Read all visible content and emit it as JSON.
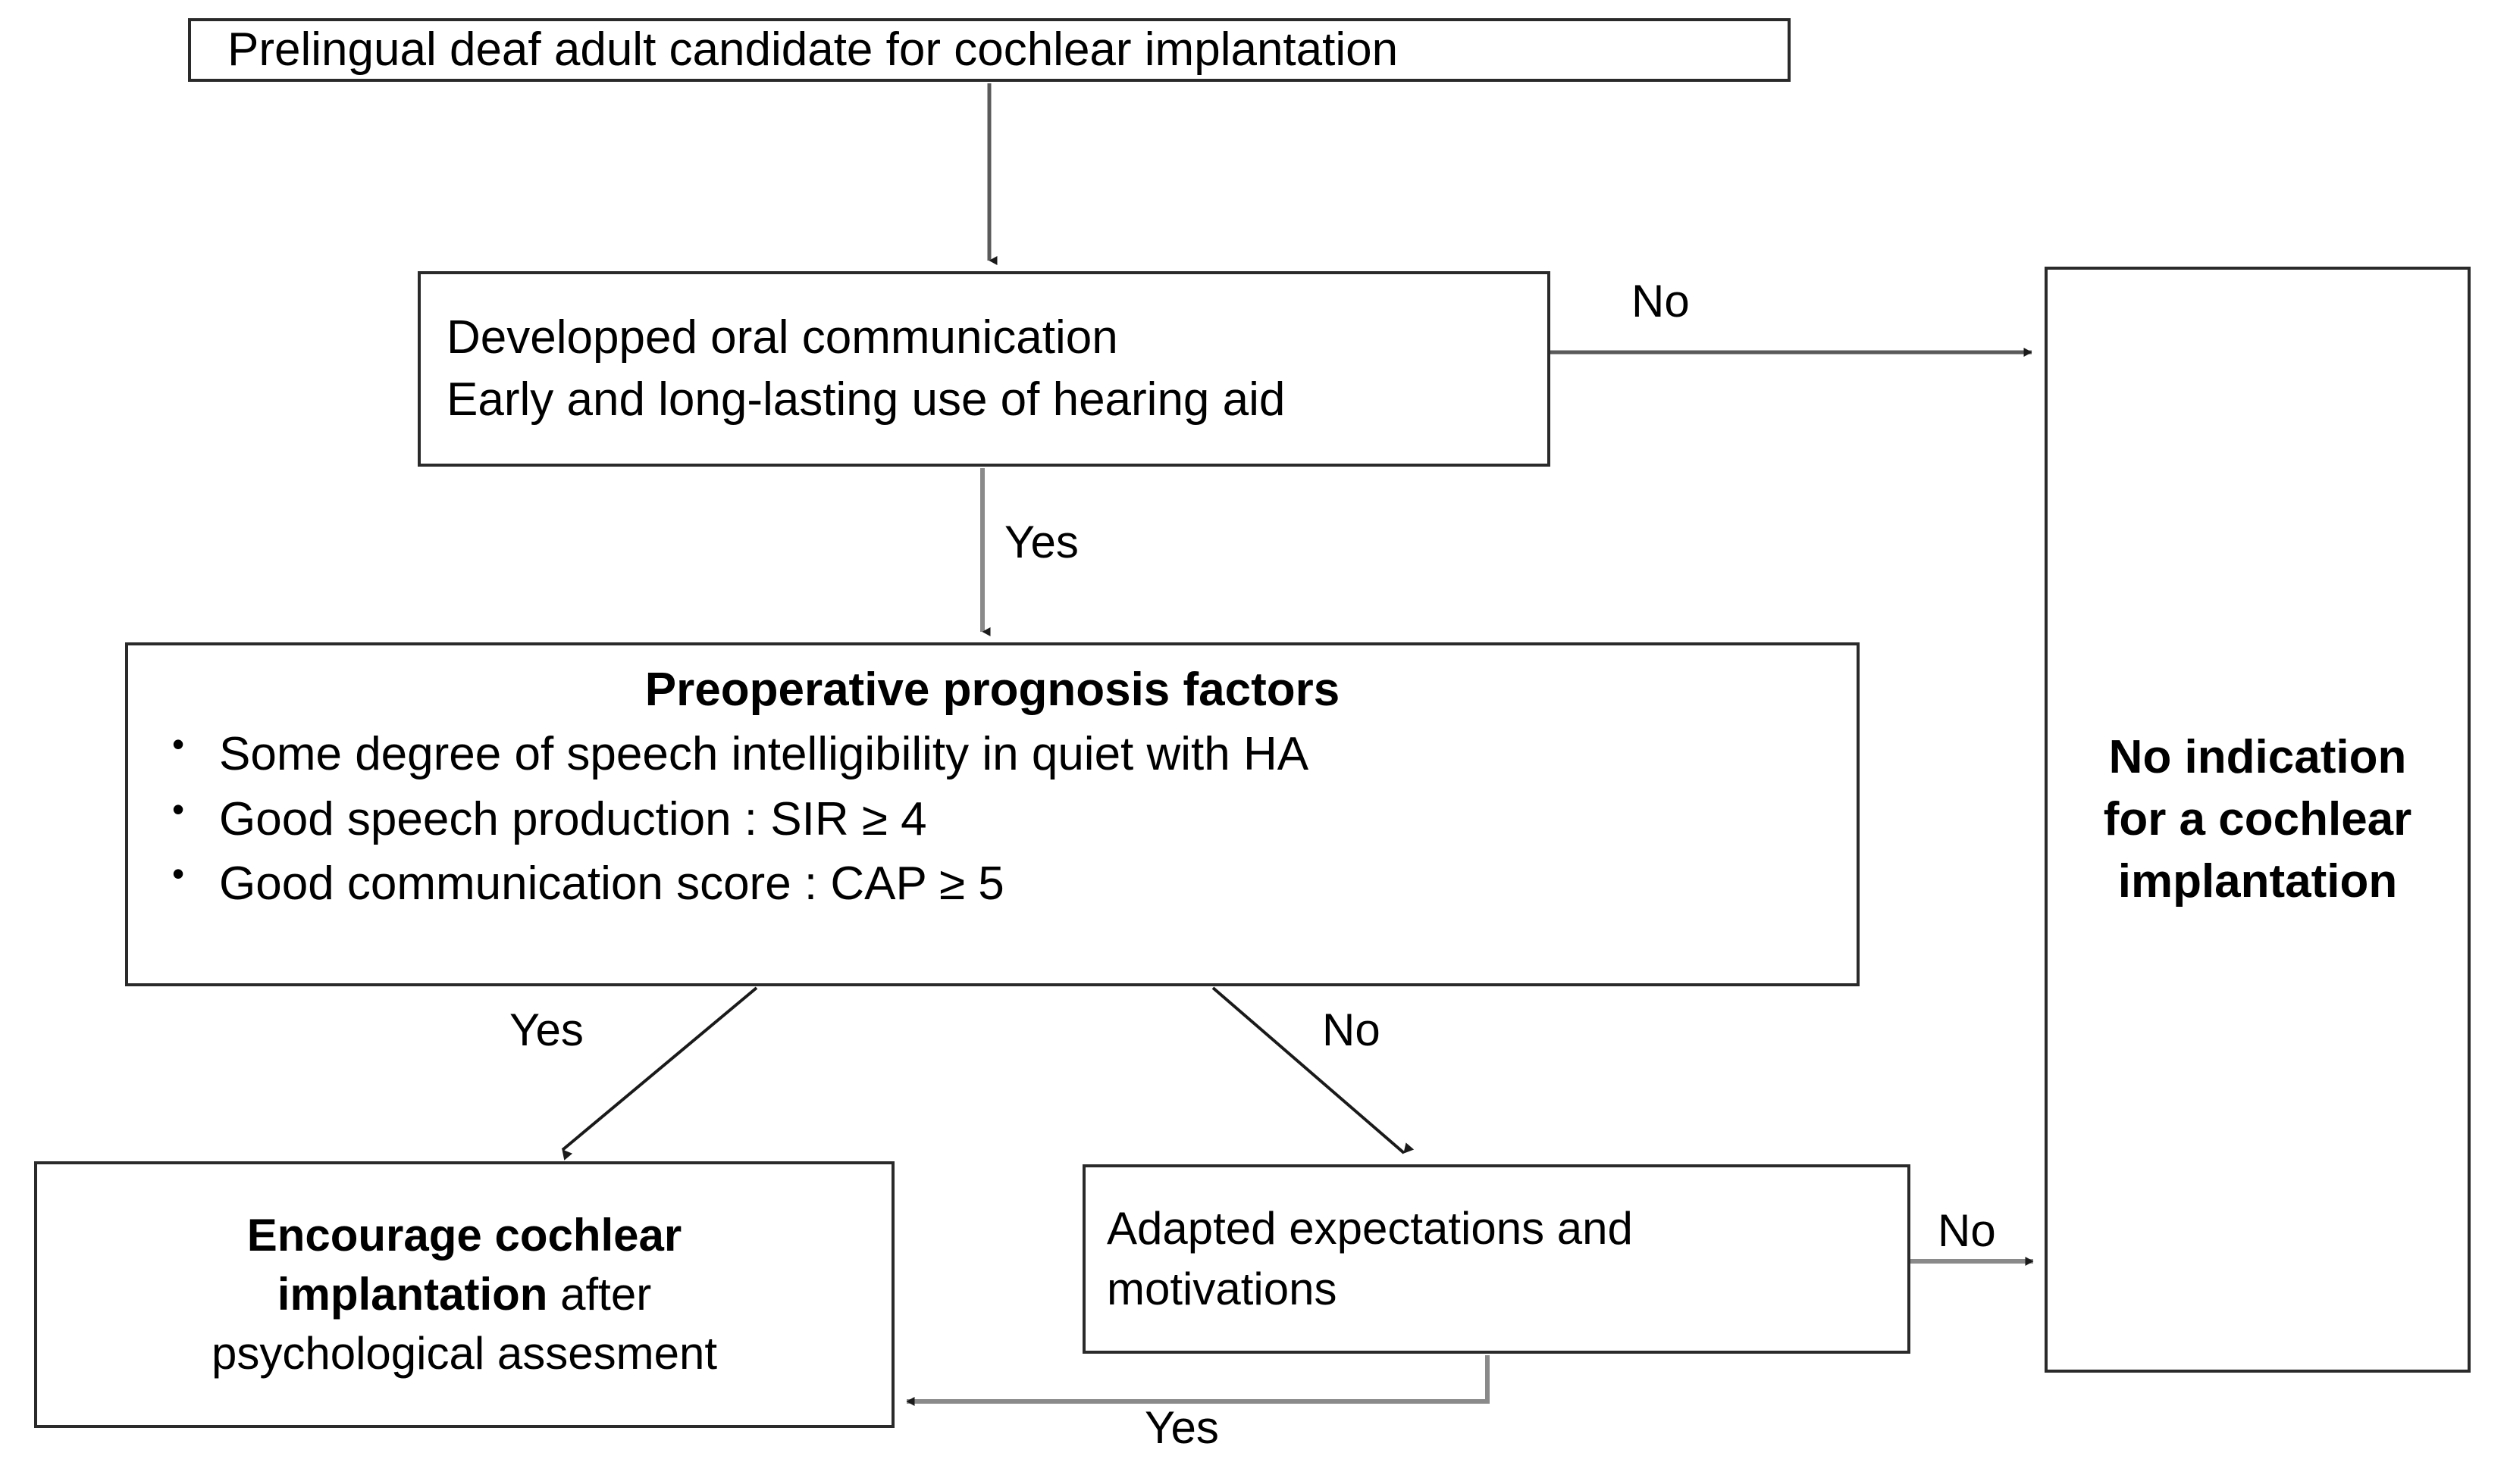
{
  "diagram": {
    "title": "Decision flowchart for cochlear implantation in prelingual deaf adults",
    "line_color": "#2a2a2a",
    "background": "#ffffff"
  },
  "nodes": {
    "start": {
      "text": "Prelingual deaf adult candidate for cochlear implantation"
    },
    "oral": {
      "line1": "Developped oral communication",
      "line2": "Early and long-lasting use of hearing aid"
    },
    "prognosis": {
      "heading": "Preoperative prognosis factors",
      "bullet_glyph": "•",
      "bullets": [
        "Some degree of speech intelligibility in quiet with HA",
        "Good speech production : SIR ≥ 4",
        "Good communication score : CAP ≥ 5"
      ]
    },
    "encourage": {
      "line1_bold": "Encourage cochlear",
      "line2_bold": "implantation",
      "line2_rest": " after",
      "line3": "psychological assesment"
    },
    "adapted": {
      "line1": "Adapted expectations and",
      "line2": "motivations"
    },
    "no_indication": {
      "line1": "No indication",
      "line2": "for a cochlear",
      "line3": "implantation"
    }
  },
  "edge_labels": {
    "no_top": "No",
    "yes_mid": "Yes",
    "yes_left": "Yes",
    "no_right": "No",
    "no_bottom": "No",
    "yes_bottom": "Yes"
  }
}
